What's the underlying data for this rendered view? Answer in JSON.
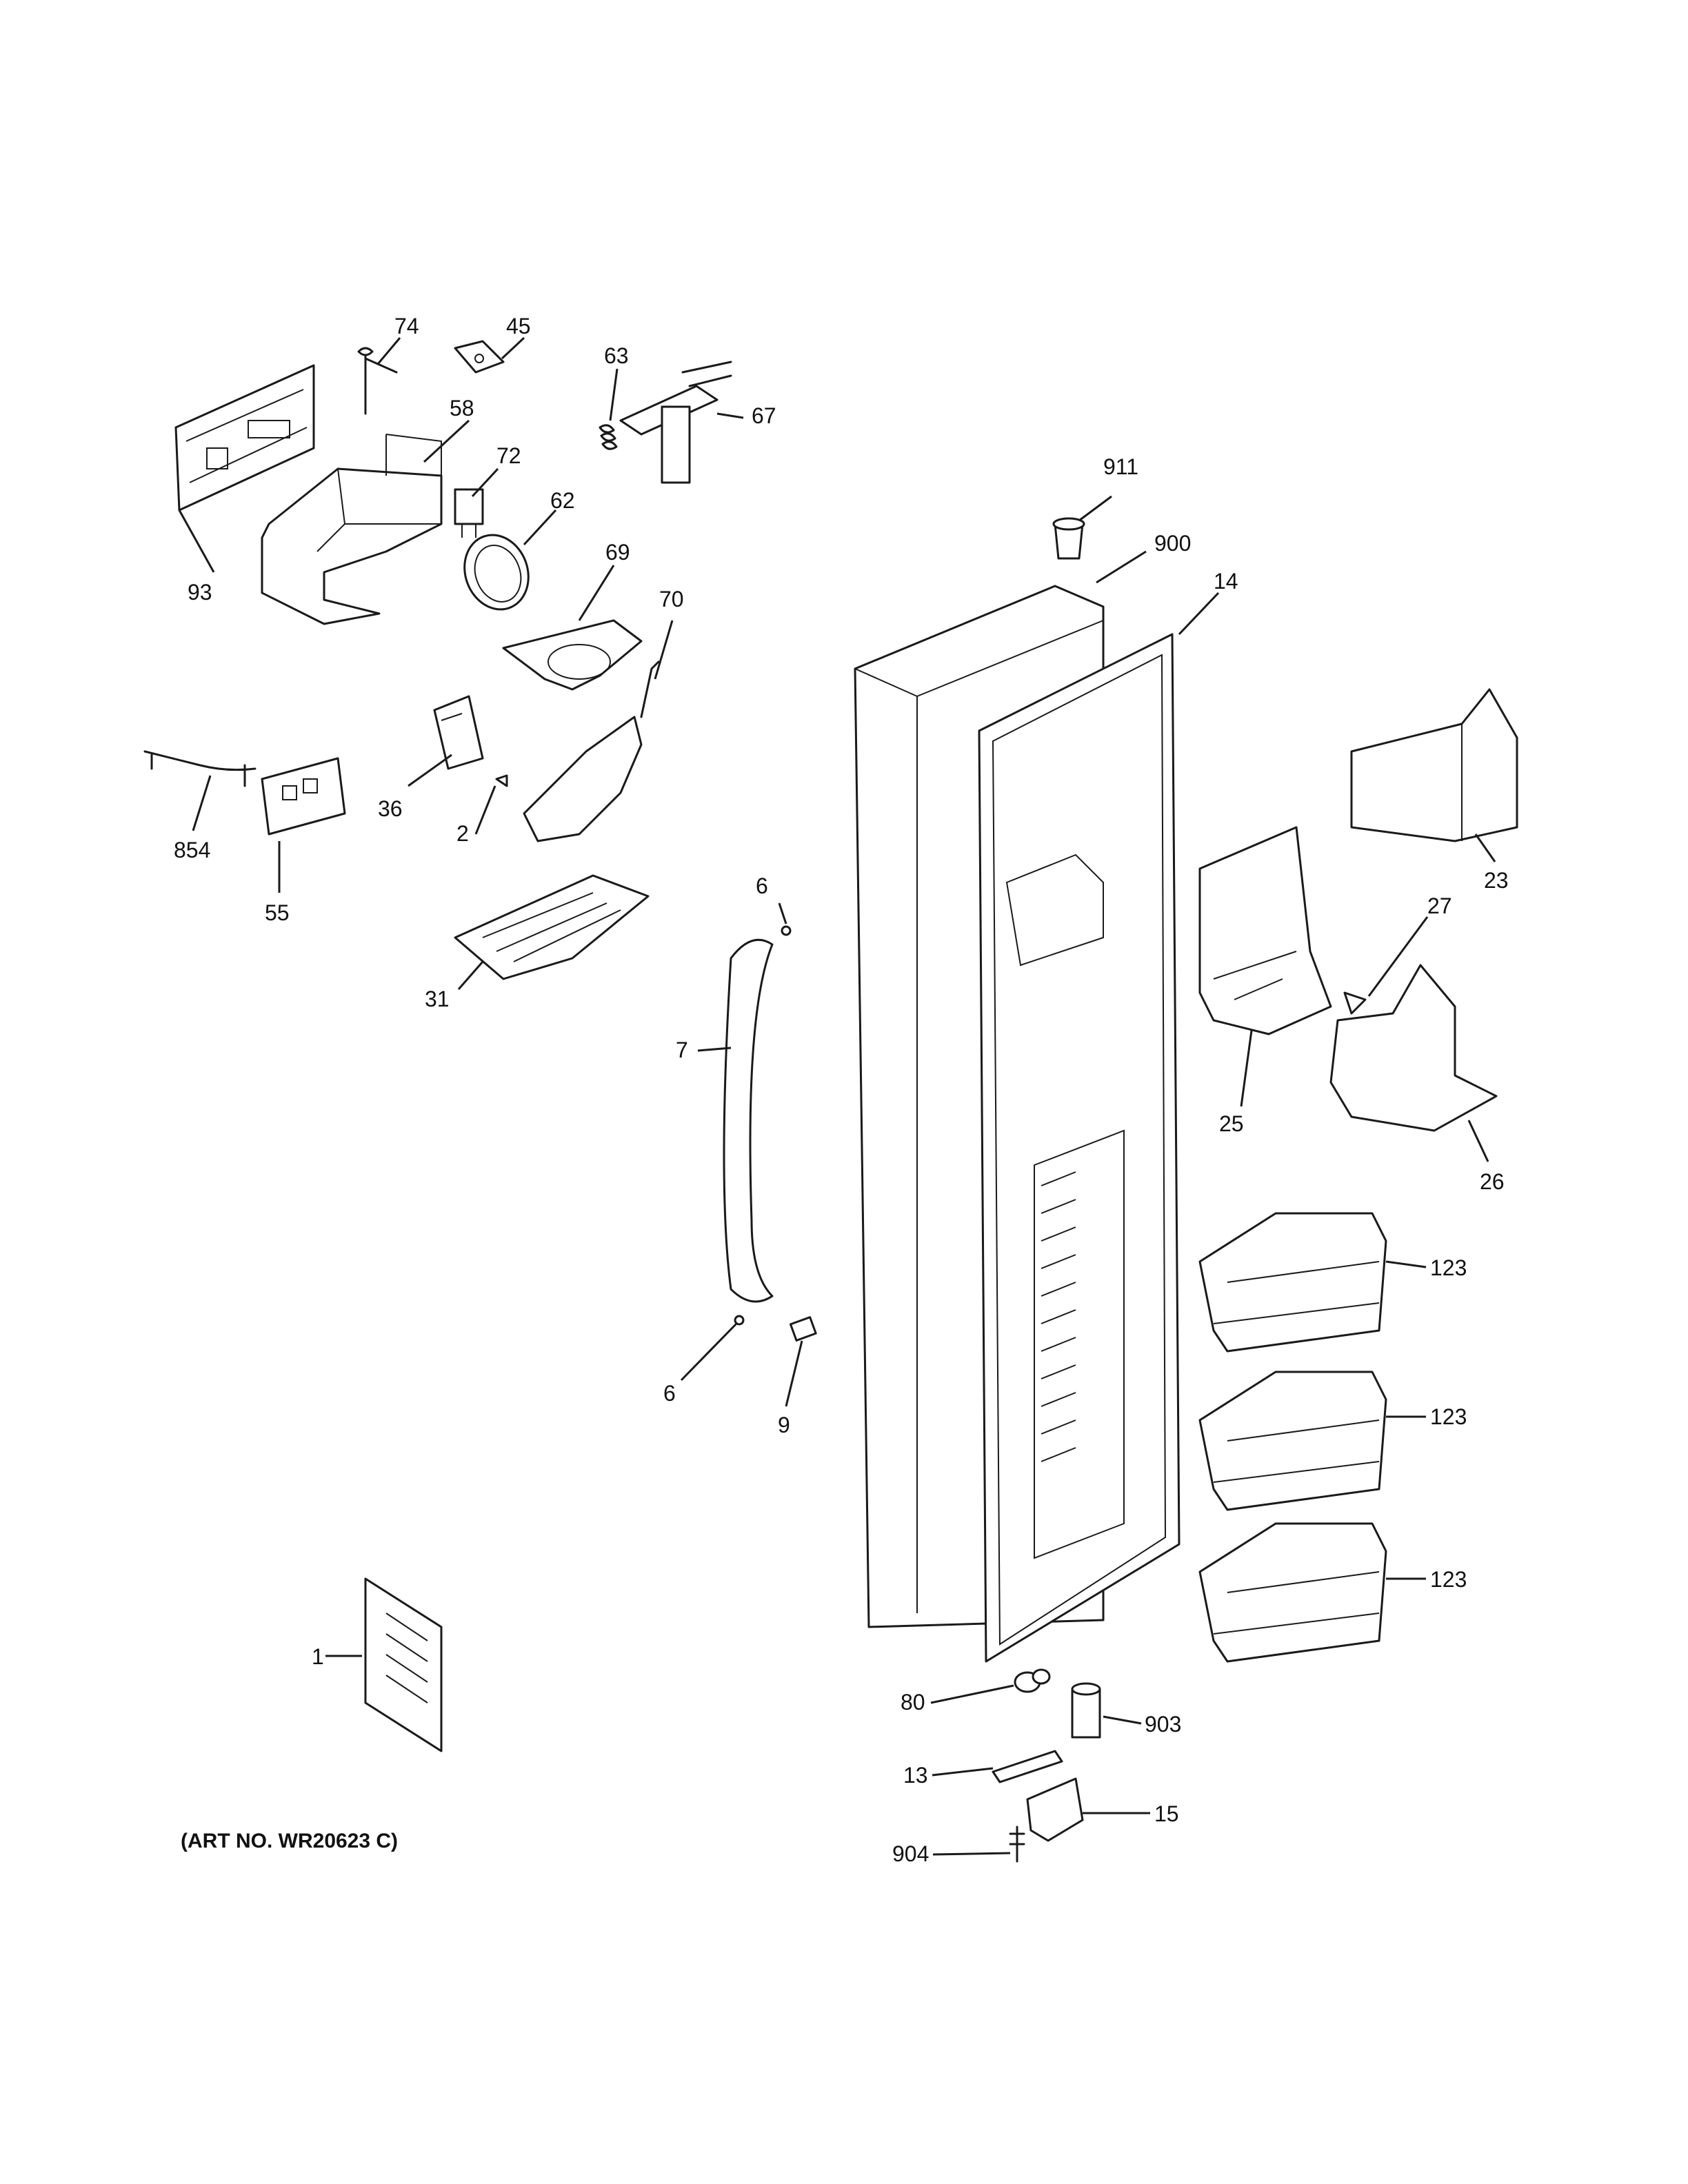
{
  "callouts": {
    "c74": "74",
    "c45": "45",
    "c63": "63",
    "c67": "67",
    "c58": "58",
    "c72": "72",
    "c62": "62",
    "c93": "93",
    "c69": "69",
    "c70": "70",
    "c911": "911",
    "c900": "900",
    "c14": "14",
    "c36": "36",
    "c2": "2",
    "c854": "854",
    "c55": "55",
    "c23": "23",
    "c27": "27",
    "c6a": "6",
    "c31": "31",
    "c25": "25",
    "c7": "7",
    "c26": "26",
    "c123a": "123",
    "c6b": "6",
    "c9": "9",
    "c123b": "123",
    "c123c": "123",
    "c1": "1",
    "c80": "80",
    "c903": "903",
    "c13": "13",
    "c15": "15",
    "c904": "904"
  },
  "art_number": "(ART NO. WR20623 C)"
}
